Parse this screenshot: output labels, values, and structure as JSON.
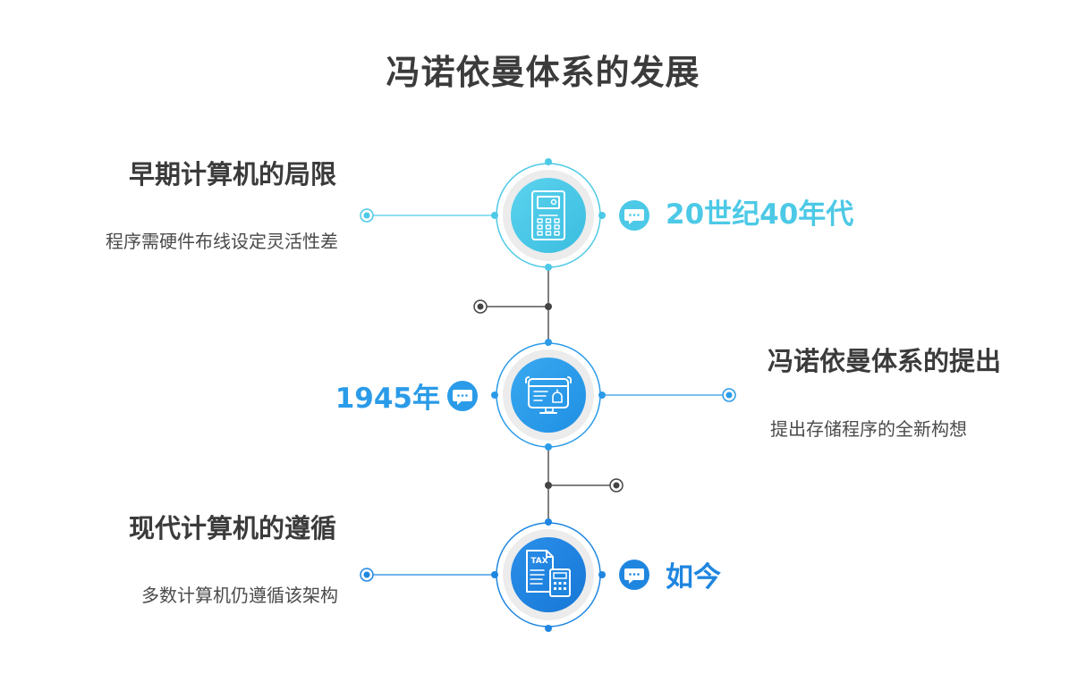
{
  "title": "冯诺依曼体系的发展",
  "colors": {
    "teal": "#4cc9e6",
    "blue": "#2a9be8",
    "deep_blue": "#1f86e0",
    "text_dark": "#3b3b3b",
    "connector": "#555555"
  },
  "milestones": [
    {
      "heading": "早期计算机的局限",
      "description": "程序需硬件布线设定灵活性差",
      "date": "20世纪40年代",
      "icon": "calculator-icon",
      "bubble_icon": "chat-bubble-icon"
    },
    {
      "heading": "冯诺依曼体系的提出",
      "description": "提出存储程序的全新构想",
      "date": "1945年",
      "icon": "computer-blueprint-icon",
      "bubble_icon": "chat-bubble-icon"
    },
    {
      "heading": "现代计算机的遵循",
      "description": "多数计算机仍遵循该架构",
      "date": "如今",
      "icon": "tax-calculator-icon",
      "bubble_icon": "chat-bubble-icon"
    }
  ]
}
